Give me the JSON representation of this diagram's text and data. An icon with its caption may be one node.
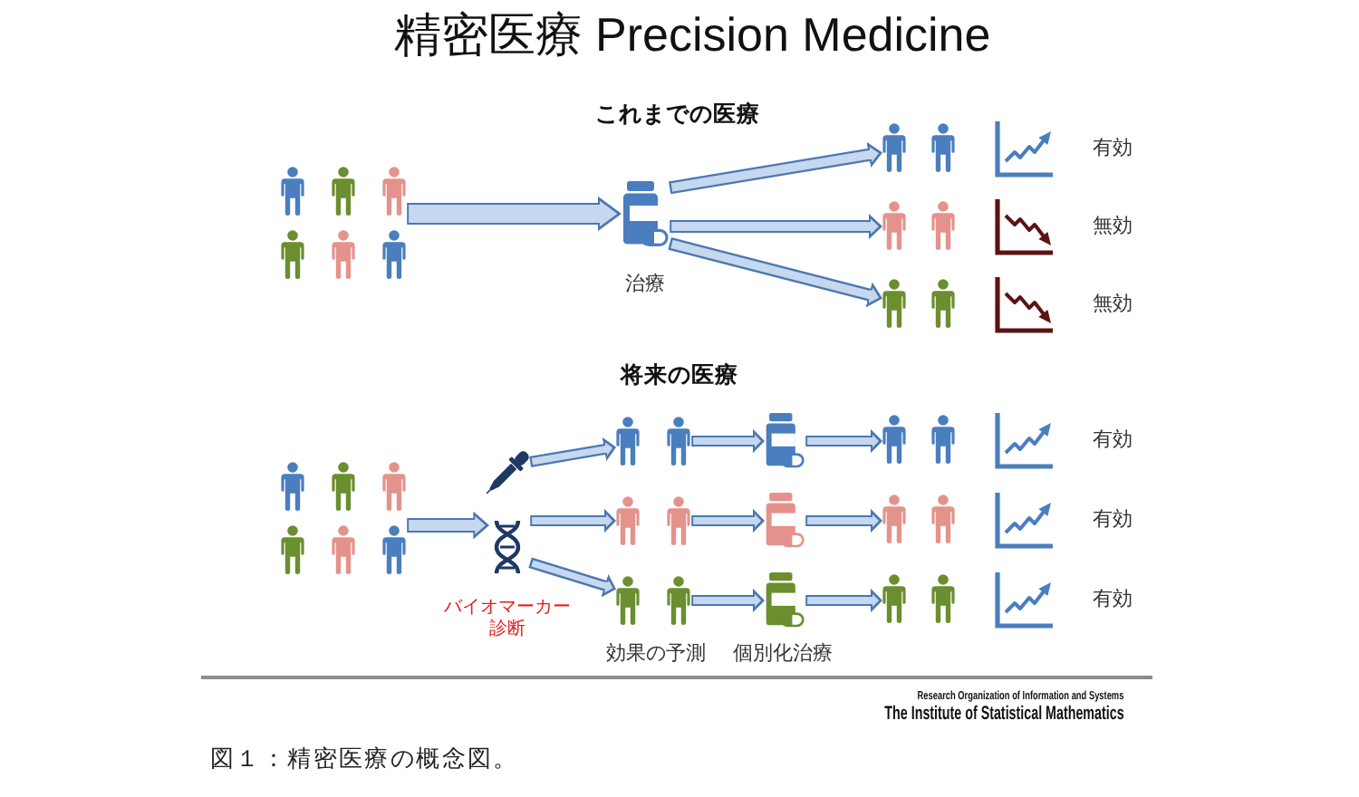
{
  "diagram": {
    "title": "精密医療 Precision Medicine",
    "caption": "図１：精密医療の概念図。",
    "nodes": [
      {
        "text": [],
        "shape": "person"
      },
      {
        "text": [],
        "shape": "picture",
        "beside": [
          "治療"
        ]
      },
      {
        "text": [],
        "shape": "person",
        "beside": [
          "有効"
        ]
      },
      {
        "text": [],
        "shape": "person",
        "beside": [
          "無効"
        ]
      },
      {
        "text": [],
        "shape": "person",
        "beside": [
          "無効"
        ]
      },
      {
        "text": [],
        "shape": "person"
      },
      {
        "text": [],
        "shape": "picture",
        "beside": [
          "バイオマーカー診断"
        ]
      },
      {
        "text": [],
        "shape": "person"
      },
      {
        "text": [],
        "shape": "person"
      },
      {
        "text": [],
        "shape": "person"
      },
      {
        "text": [],
        "shape": "picture"
      },
      {
        "text": [],
        "shape": "picture"
      },
      {
        "text": [],
        "shape": "picture"
      },
      {
        "text": [],
        "shape": "person",
        "beside": [
          "有効"
        ]
      },
      {
        "text": [],
        "shape": "person",
        "beside": [
          "有効"
        ]
      },
      {
        "text": [],
        "shape": "person",
        "beside": [
          "有効"
        ]
      }
    ],
    "edges": [
      {
        "from": 0,
        "to": 1,
        "arrow": "to"
      },
      {
        "from": 1,
        "to": 2,
        "arrow": "to"
      },
      {
        "from": 1,
        "to": 3,
        "arrow": "to"
      },
      {
        "from": 1,
        "to": 4,
        "arrow": "to"
      },
      {
        "from": 5,
        "to": 6,
        "arrow": "to"
      },
      {
        "from": 6,
        "to": 7,
        "arrow": "to"
      },
      {
        "from": 6,
        "to": 8,
        "arrow": "to"
      },
      {
        "from": 6,
        "to": 9,
        "arrow": "to"
      },
      {
        "from": 7,
        "to": 10,
        "arrow": "to"
      },
      {
        "from": 8,
        "to": 11,
        "arrow": "to"
      },
      {
        "from": 9,
        "to": 12,
        "arrow": "to"
      },
      {
        "from": 10,
        "to": 13,
        "arrow": "to"
      },
      {
        "from": 11,
        "to": 14,
        "arrow": "to"
      },
      {
        "from": 12,
        "to": 15,
        "arrow": "to"
      }
    ],
    "labels": [
      "これまでの医療",
      "将来の医療",
      "効果の予測",
      "個別化治療",
      "Research Organization of Information and Systems",
      "The Institute of Statistical Mathematics"
    ]
  }
}
